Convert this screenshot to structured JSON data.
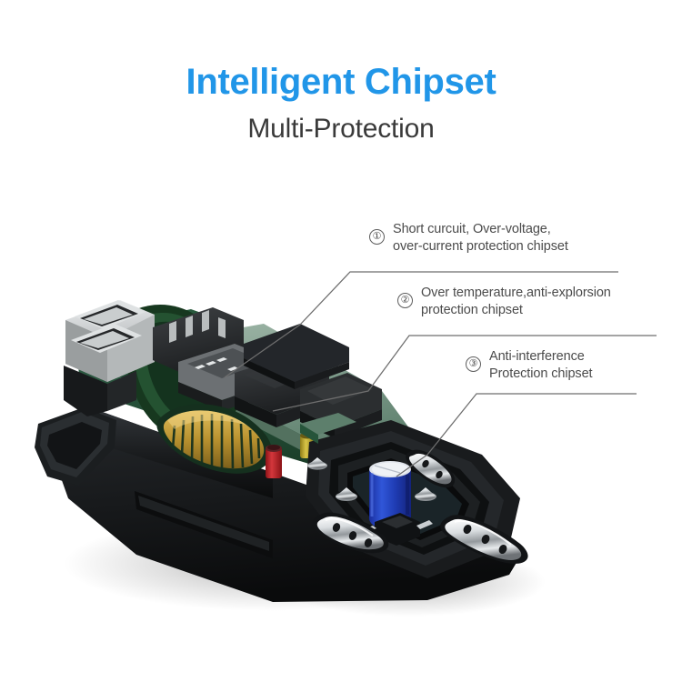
{
  "heading": {
    "title": "Intelligent Chipset",
    "subtitle": "Multi-Protection",
    "title_color": "#2196e8",
    "subtitle_color": "#3a3a3a"
  },
  "callouts": [
    {
      "number": "①",
      "text": "Short curcuit, Over-voltage,\nover-current protection chipset"
    },
    {
      "number": "②",
      "text": "Over temperature,anti-explorsion\nprotection chipset"
    },
    {
      "number": "③",
      "text": "Anti-interference\nProtection chipset"
    }
  ],
  "product": {
    "name": "dual-usb-car-charger",
    "colors": {
      "shell_black": "#1b1d1f",
      "shell_black_light": "#34383b",
      "pcb_green": "#1f4a35",
      "pcb_green_light": "#7f9e8c",
      "chip_black": "#232527",
      "usb_silver": "#c8cacb",
      "coil_gold": "#c8a23c",
      "capacitor_blue": "#2448c8",
      "capacitor_red": "#c0272d",
      "capacitor_yellow": "#c8b22c",
      "contact_chrome": "#e9ecee"
    }
  },
  "leader_lines": {
    "color": "#6e6e6e",
    "count": 3
  },
  "background": "#ffffff"
}
